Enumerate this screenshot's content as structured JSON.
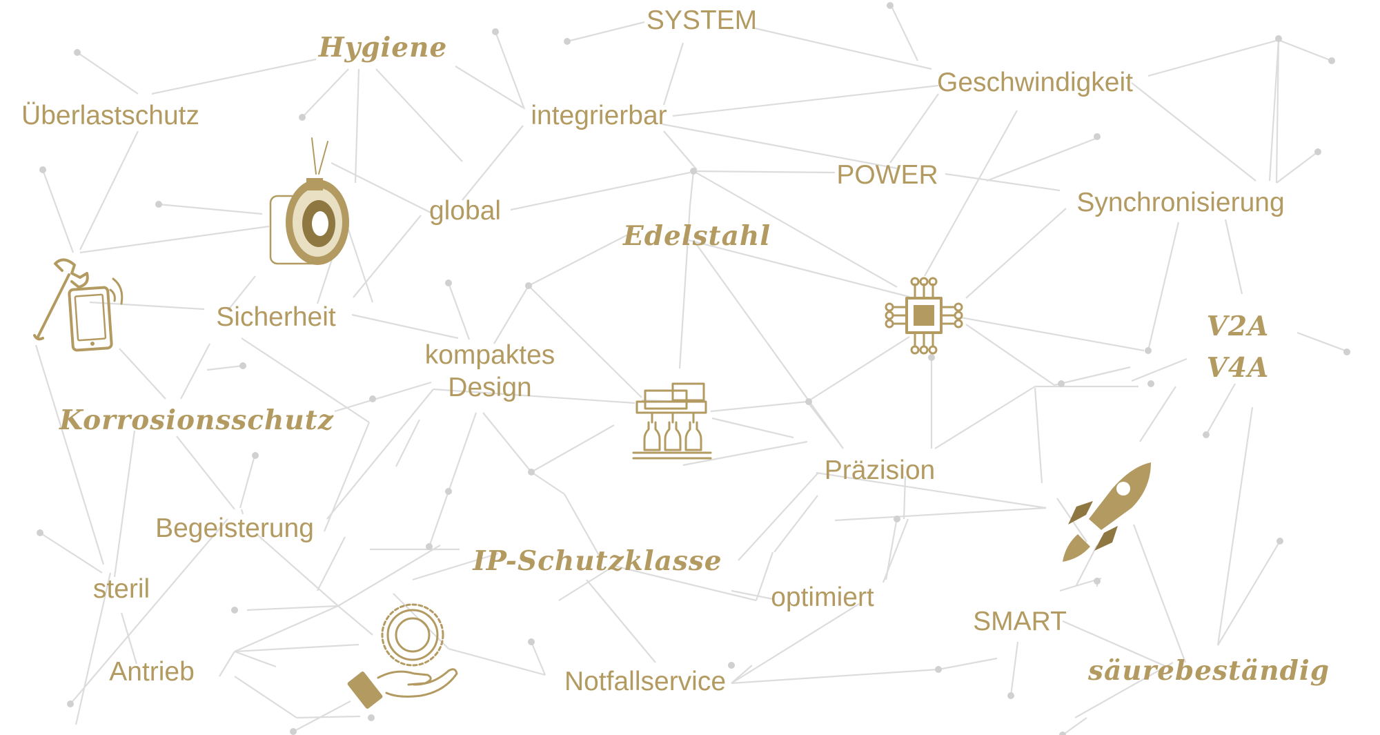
{
  "accent_color": "#b29a61",
  "line_color": "#dcdcdc",
  "words": {
    "system": "SYSTEM",
    "hygiene": "Hygiene",
    "ueberlastschutz": "Überlastschutz",
    "integrierbar": "integrierbar",
    "geschwindigkeit": "Geschwindigkeit",
    "power": "POWER",
    "global": "global",
    "synchronisierung": "Synchronisierung",
    "edelstahl": "Edelstahl",
    "sicherheit": "Sicherheit",
    "kompaktes": "kompaktes",
    "design": "Design",
    "v2a": "V2A",
    "v4a": "V4A",
    "korrosionsschutz": "Korrosionsschutz",
    "praezision": "Präzision",
    "begeisterung": "Begeisterung",
    "ip_schutzklasse": "IP-Schutzklasse",
    "steril": "steril",
    "optimiert": "optimiert",
    "smart": "SMART",
    "antrieb": "Antrieb",
    "notfallservice": "Notfallservice",
    "saeurebestaendig": "säurebeständig"
  },
  "icons": [
    "brake-motor-icon",
    "wrench-tablet-icon",
    "processor-chip-icon",
    "bottling-machine-icon",
    "rocket-icon",
    "hand-gear-icon"
  ]
}
